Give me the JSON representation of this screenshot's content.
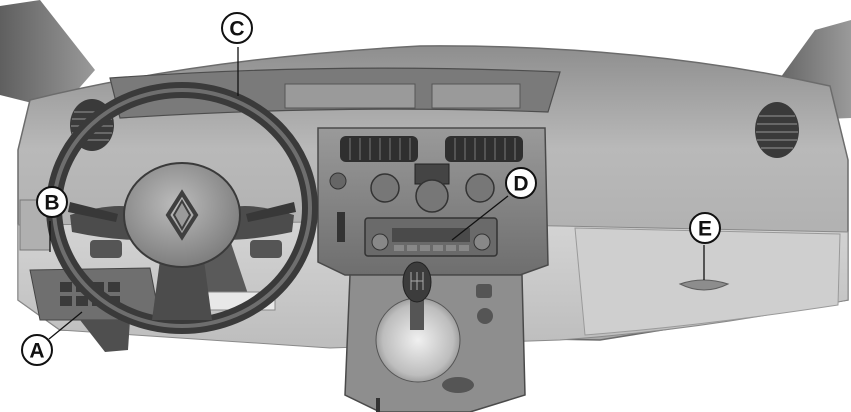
{
  "callouts": [
    {
      "id": "A",
      "label": "A"
    },
    {
      "id": "B",
      "label": "B"
    },
    {
      "id": "C",
      "label": "C"
    },
    {
      "id": "D",
      "label": "D"
    },
    {
      "id": "E",
      "label": "E"
    }
  ],
  "colors": {
    "dash_top": "#9c9c9c",
    "dash_face": "#c6c6c6",
    "dash_light": "#e2e2e2",
    "plastic_dark": "#5a5a5a",
    "vent": "#2e2e2e",
    "console": "#8a8a8a",
    "callout_stroke": "#111111",
    "callout_fill": "#ffffff"
  },
  "icons": {
    "brand_logo": "renault-diamond-icon",
    "gear_knob": "gear-knob-icon",
    "steering_wheel": "steering-wheel-icon"
  }
}
